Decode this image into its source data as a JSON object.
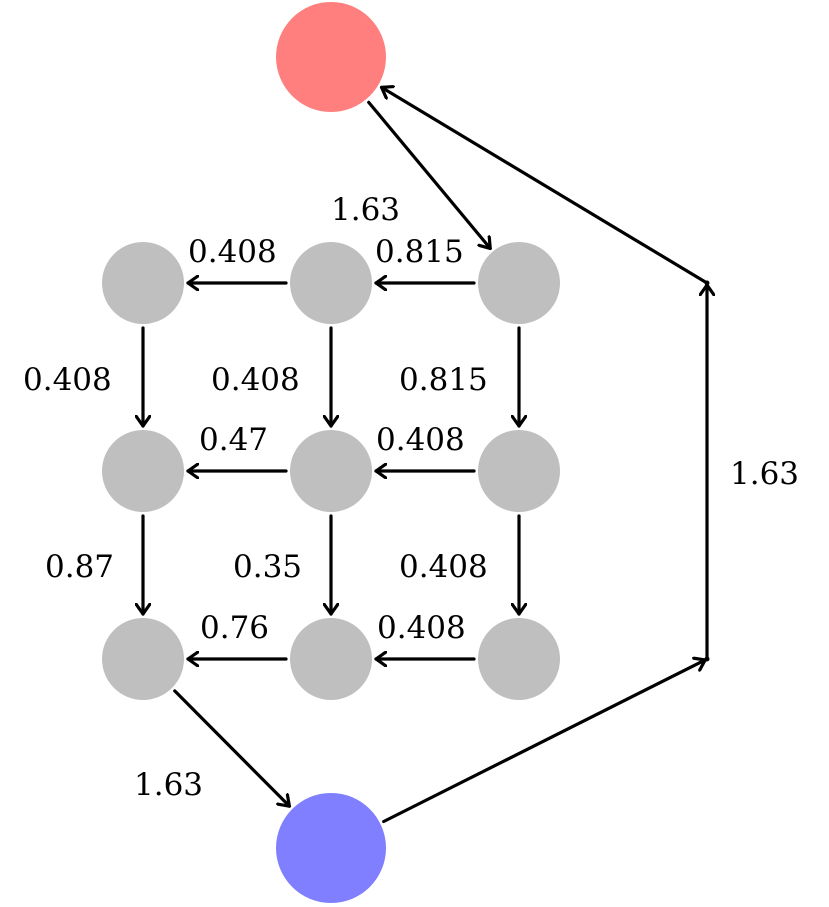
{
  "diagram": {
    "colors": {
      "source": "#ff7f7f",
      "sink": "#7f7fff",
      "grid": "#bfbfbf",
      "edge": "#000000"
    },
    "nodes": [
      {
        "id": "source",
        "kind": "source"
      },
      {
        "id": "n11",
        "kind": "grid"
      },
      {
        "id": "n12",
        "kind": "grid"
      },
      {
        "id": "n13",
        "kind": "grid"
      },
      {
        "id": "n21",
        "kind": "grid"
      },
      {
        "id": "n22",
        "kind": "grid"
      },
      {
        "id": "n23",
        "kind": "grid"
      },
      {
        "id": "n31",
        "kind": "grid"
      },
      {
        "id": "n32",
        "kind": "grid"
      },
      {
        "id": "n33",
        "kind": "grid"
      },
      {
        "id": "sink",
        "kind": "sink"
      },
      {
        "id": "w1",
        "kind": "waypoint"
      },
      {
        "id": "w2",
        "kind": "waypoint"
      }
    ],
    "edges": [
      {
        "from": "source",
        "to": "n13",
        "label": "1.63"
      },
      {
        "from": "n13",
        "to": "n12",
        "label": "0.815"
      },
      {
        "from": "n12",
        "to": "n11",
        "label": "0.408"
      },
      {
        "from": "n11",
        "to": "n21",
        "label": "0.408"
      },
      {
        "from": "n12",
        "to": "n22",
        "label": "0.408"
      },
      {
        "from": "n13",
        "to": "n23",
        "label": "0.815"
      },
      {
        "from": "n22",
        "to": "n21",
        "label": "0.47"
      },
      {
        "from": "n23",
        "to": "n22",
        "label": "0.408"
      },
      {
        "from": "n21",
        "to": "n31",
        "label": "0.87"
      },
      {
        "from": "n22",
        "to": "n32",
        "label": "0.35"
      },
      {
        "from": "n23",
        "to": "n33",
        "label": "0.408"
      },
      {
        "from": "n32",
        "to": "n31",
        "label": "0.76"
      },
      {
        "from": "n33",
        "to": "n32",
        "label": "0.408"
      },
      {
        "from": "n31",
        "to": "sink",
        "label": "1.63"
      },
      {
        "from": "sink",
        "to": "w2",
        "label": ""
      },
      {
        "from": "w2",
        "to": "w1",
        "label": "1.63"
      },
      {
        "from": "w1",
        "to": "source",
        "label": ""
      }
    ]
  }
}
